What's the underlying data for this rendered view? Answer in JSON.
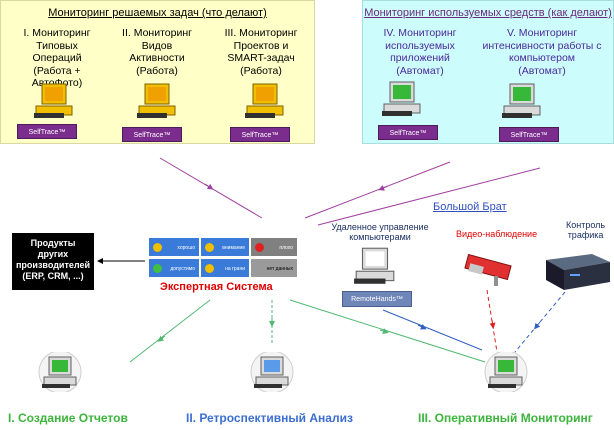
{
  "tasks_panel": {
    "title": "Мониторинг решаемых задач (что делают)",
    "columns": [
      {
        "text": "I. Мониторинг\nТиповых\nОпераций\n(Работа + АвтоФото)",
        "badge": "SelfTrace™"
      },
      {
        "text": "II. Мониторинг\nВидов\nАктивности\n(Работа)",
        "badge": "SelfTrace™"
      },
      {
        "text": "III. Мониторинг\nПроектов и\nSMART-задач\n(Работа)",
        "badge": "SelfTrace™"
      }
    ]
  },
  "tools_panel": {
    "title": "Мониторинг используемых средств (как делают)",
    "columns": [
      {
        "text": "IV. Мониторинг\nиспользуемых\nприложений\n(Автомат)",
        "badge": "SelfTrace™"
      },
      {
        "text": "V. Мониторинг\nинтенсивности работы с\nкомпьютером\n(Автомат)",
        "badge": "SelfTrace™"
      }
    ]
  },
  "third_party": {
    "text": "Продукты\nдругих\nпроизводителей\n(ERP, CRM, ...)"
  },
  "expert_system": {
    "label": "Экспертная Система",
    "tiles": [
      "хорошо",
      "внимание",
      "плохо",
      "допустимо",
      "на грани",
      "нет данных"
    ]
  },
  "big_brother": {
    "title": "Большой Брат",
    "remote_label": "Удаленное управление\nкомпьютерами",
    "remote_badge": "RemoteHands™",
    "video_label": "Видео-наблюдение",
    "traffic_label": "Контроль\nтрафика"
  },
  "outputs": {
    "reports": "I. Создание Отчетов",
    "retro": "II. Ретроспективный Анализ",
    "operative": "III. Оперативный Мониторинг"
  },
  "colors": {
    "reports": "#3cb43c",
    "retro": "#3c6ed2",
    "operative": "#3cb43c",
    "expert": "#e00000",
    "purple_line": "#a040a0",
    "green_line": "#50b870",
    "blue_line": "#3060c0",
    "red_line": "#e02020"
  }
}
